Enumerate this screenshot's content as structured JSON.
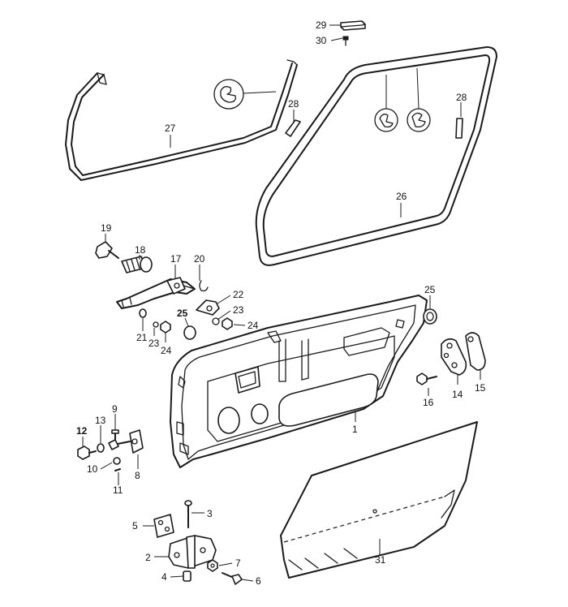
{
  "callouts": [
    {
      "id": "c29",
      "label": "29"
    },
    {
      "id": "c30",
      "label": "30"
    },
    {
      "id": "c27",
      "label": "27"
    },
    {
      "id": "c28a",
      "label": "28"
    },
    {
      "id": "c28b",
      "label": "28"
    },
    {
      "id": "c26",
      "label": "26"
    },
    {
      "id": "c19",
      "label": "19"
    },
    {
      "id": "c18",
      "label": "18"
    },
    {
      "id": "c17",
      "label": "17"
    },
    {
      "id": "c20",
      "label": "20"
    },
    {
      "id": "c22",
      "label": "22"
    },
    {
      "id": "c23a",
      "label": "23"
    },
    {
      "id": "c24a",
      "label": "24"
    },
    {
      "id": "c25a",
      "label": "25"
    },
    {
      "id": "c21",
      "label": "21"
    },
    {
      "id": "c23b",
      "label": "23"
    },
    {
      "id": "c24b",
      "label": "24"
    },
    {
      "id": "c25b",
      "label": "25"
    },
    {
      "id": "c16",
      "label": "16"
    },
    {
      "id": "c14",
      "label": "14"
    },
    {
      "id": "c15",
      "label": "15"
    },
    {
      "id": "c1",
      "label": "1"
    },
    {
      "id": "c9",
      "label": "9"
    },
    {
      "id": "c13",
      "label": "13"
    },
    {
      "id": "c12",
      "label": "12"
    },
    {
      "id": "c10",
      "label": "10"
    },
    {
      "id": "c8",
      "label": "8"
    },
    {
      "id": "c11",
      "label": "11"
    },
    {
      "id": "c3",
      "label": "3"
    },
    {
      "id": "c5",
      "label": "5"
    },
    {
      "id": "c2",
      "label": "2"
    },
    {
      "id": "c7",
      "label": "7"
    },
    {
      "id": "c4",
      "label": "4"
    },
    {
      "id": "c6",
      "label": "6"
    },
    {
      "id": "c31",
      "label": "31"
    }
  ]
}
